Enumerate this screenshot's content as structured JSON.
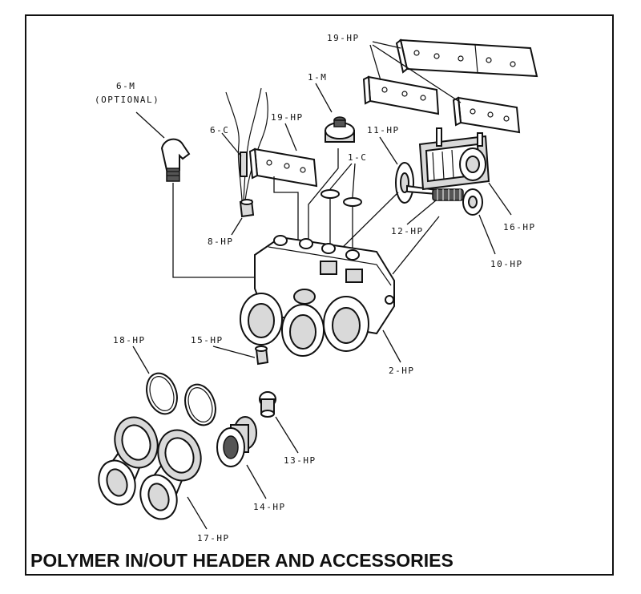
{
  "caption": "POLYMER IN/OUT HEADER AND ACCESSORIES",
  "labels": {
    "p19hp_top": "19-HP",
    "p6m": "6-M",
    "p6m_note": "(OPTIONAL)",
    "p1m": "1-M",
    "p19hp_mid": "19-HP",
    "p6c": "6-C",
    "p11hp": "11-HP",
    "p1c": "1-C",
    "p8hp": "8-HP",
    "p12hp": "12-HP",
    "p16hp": "16-HP",
    "p10hp": "10-HP",
    "p18hp": "18-HP",
    "p15hp": "15-HP",
    "p2hp": "2-HP",
    "p13hp": "13-HP",
    "p14hp": "14-HP",
    "p17hp": "17-HP"
  }
}
